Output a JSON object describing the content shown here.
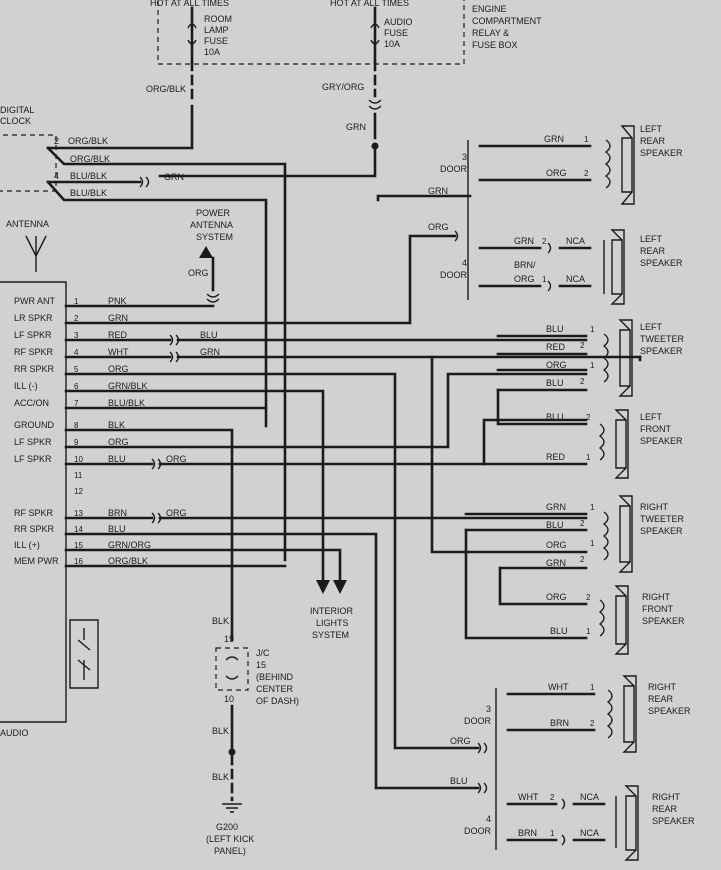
{
  "fusebox": {
    "top_left": "HOT AT ALL TIMES",
    "top_right": "HOT AT ALL TIMES",
    "fuse1": [
      "ROOM",
      "LAMP",
      "FUSE",
      "10A"
    ],
    "fuse2": [
      "AUDIO",
      "FUSE",
      "10A"
    ],
    "box": [
      "ENGINE",
      "COMPARTMENT",
      "RELAY &",
      "FUSE BOX"
    ],
    "w1": "ORG/BLK",
    "w2": "GRY/ORG",
    "w3": "GRN"
  },
  "clock": {
    "label": [
      "DIGITAL",
      "CLOCK"
    ],
    "pins": [
      {
        "pin": "2",
        "wire": "ORG/BLK",
        "wire2": "ORG/BLK"
      },
      {
        "pin": "4",
        "wire": "BLU/BLK",
        "wire2": "BLU/BLK"
      }
    ],
    "grn": "GRN"
  },
  "antenna": {
    "label": "ANTENNA",
    "power": [
      "POWER",
      "ANTENNA",
      "SYSTEM"
    ],
    "org": "ORG"
  },
  "audio": {
    "label": "AUDIO",
    "pins": [
      {
        "label": "PWR ANT",
        "num": "1",
        "wire": "PNK",
        "ext": ""
      },
      {
        "label": "LR SPKR",
        "num": "2",
        "wire": "GRN",
        "ext": ""
      },
      {
        "label": "LF SPKR",
        "num": "3",
        "wire": "RED",
        "ext": "BLU"
      },
      {
        "label": "RF SPKR",
        "num": "4",
        "wire": "WHT",
        "ext": "GRN"
      },
      {
        "label": "RR SPKR",
        "num": "5",
        "wire": "ORG",
        "ext": ""
      },
      {
        "label": "ILL (-)",
        "num": "6",
        "wire": "GRN/BLK",
        "ext": ""
      },
      {
        "label": "ACC/ON",
        "num": "7",
        "wire": "BLU/BLK",
        "ext": ""
      },
      {
        "label": "GROUND",
        "num": "8",
        "wire": "BLK",
        "ext": ""
      },
      {
        "label": "LF SPKR",
        "num": "9",
        "wire": "ORG",
        "ext": ""
      },
      {
        "label": "LF SPKR",
        "num": "10",
        "wire": "BLU",
        "ext": "ORG"
      },
      {
        "label": "",
        "num": "11",
        "wire": "",
        "ext": ""
      },
      {
        "label": "",
        "num": "12",
        "wire": "",
        "ext": ""
      },
      {
        "label": "RF SPKR",
        "num": "13",
        "wire": "BRN",
        "ext": "ORG"
      },
      {
        "label": "RR SPKR",
        "num": "14",
        "wire": "BLU",
        "ext": ""
      },
      {
        "label": "ILL (+)",
        "num": "15",
        "wire": "GRN/ORG",
        "ext": ""
      },
      {
        "label": "MEM PWR",
        "num": "16",
        "wire": "ORG/BLK",
        "ext": ""
      }
    ]
  },
  "interior": [
    "INTERIOR",
    "LIGHTS",
    "SYSTEM"
  ],
  "ground": {
    "blk1": "BLK",
    "pin19": "19",
    "jc": [
      "J/C",
      "15",
      "(BEHIND",
      "CENTER",
      "OF DASH)"
    ],
    "pin10": "10",
    "blk2": "BLK",
    "blk3": "BLK",
    "g": [
      "G200",
      "(LEFT KICK",
      "PANEL)"
    ]
  },
  "rear_left": {
    "door3": [
      "3",
      "DOOR"
    ],
    "door4": [
      "4",
      "DOOR"
    ],
    "grn": "GRN",
    "org": "ORG",
    "s1": {
      "name": [
        "LEFT",
        "REAR",
        "SPEAKER"
      ],
      "w1": "GRN",
      "w2": "ORG",
      "p1": "1",
      "p2": "2"
    },
    "s2": {
      "name": [
        "LEFT",
        "REAR",
        "SPEAKER"
      ],
      "w1": "GRN",
      "w2": "BRN/",
      "w2b": "ORG",
      "p1": "2",
      "p2": "1",
      "nca": "NCA"
    }
  },
  "left_tweeter": {
    "name": [
      "LEFT",
      "TWEETER",
      "SPEAKER"
    ],
    "wires": [
      "BLU",
      "RED",
      "ORG",
      "BLU"
    ],
    "pins": [
      "1",
      "2",
      "1",
      "2"
    ]
  },
  "left_front": {
    "name": [
      "LEFT",
      "FRONT",
      "SPEAKER"
    ],
    "wires": [
      "BLU",
      "RED"
    ],
    "pins": [
      "2",
      "1"
    ]
  },
  "right_tweeter": {
    "name": [
      "RIGHT",
      "TWEETER",
      "SPEAKER"
    ],
    "wires": [
      "GRN",
      "BLU",
      "ORG",
      "GRN"
    ],
    "pins": [
      "1",
      "2",
      "1",
      "2"
    ]
  },
  "right_front": {
    "name": [
      "RIGHT",
      "FRONT",
      "SPEAKER"
    ],
    "wires": [
      "ORG",
      "BLU"
    ],
    "pins": [
      "2",
      "1"
    ]
  },
  "rear_right": {
    "door3": [
      "3",
      "DOOR"
    ],
    "door4": [
      "4",
      "DOOR"
    ],
    "org": "ORG",
    "blu": "BLU",
    "s1": {
      "name": [
        "RIGHT",
        "REAR",
        "SPEAKER"
      ],
      "w1": "WHT",
      "w2": "BRN",
      "p1": "1",
      "p2": "2"
    },
    "s2": {
      "name": [
        "RIGHT",
        "REAR",
        "SPEAKER"
      ],
      "w1": "WHT",
      "w2": "BRN",
      "p1": "2",
      "p2": "1",
      "nca": "NCA"
    }
  }
}
